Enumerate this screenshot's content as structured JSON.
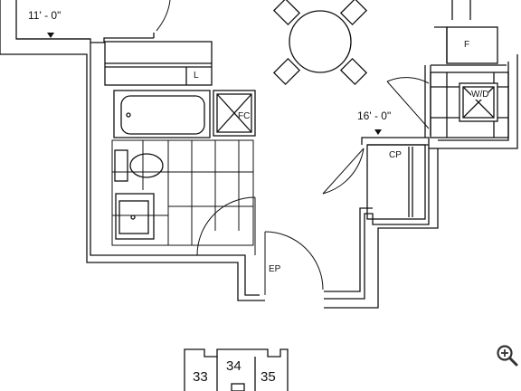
{
  "dimensions": {
    "top_left": "11' - 0\"",
    "right": "16' - 0\""
  },
  "fixtures": {
    "linen": "L",
    "fan_coil": "FC",
    "fridge": "F",
    "washer_dryer": "W/D",
    "coat_closet": "CP",
    "electrical_panel": "EP"
  },
  "key_plan": {
    "left": "33",
    "center": "34",
    "right": "35"
  },
  "controls": {
    "zoom_icon": "magnifier-plus-icon"
  },
  "colors": {
    "line": "#111111",
    "background": "#ffffff"
  }
}
